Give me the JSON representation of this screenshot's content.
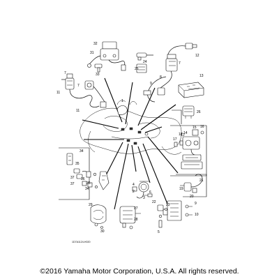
{
  "diagram_code": "1D7A1124-H020",
  "copyright": "©2016 Yamaha Motor Corporation, U.S.A. All rights reserved.",
  "callouts": {
    "n1": "1",
    "n2": "2",
    "n3": "3",
    "n4": "4",
    "n5": "5",
    "n6": "6",
    "n7a": "7",
    "n7b": "7",
    "n7c": "7",
    "n8": "8",
    "n9": "9",
    "n10": "10",
    "n11a": "11",
    "n11b": "11",
    "n12": "12",
    "n13": "13",
    "n14": "14",
    "n15": "15",
    "n16": "16",
    "n17": "17",
    "n18": "18",
    "n19": "19",
    "n20": "20",
    "n21": "21",
    "n22": "22",
    "n23": "23",
    "n24": "24",
    "n25": "25",
    "n26": "26",
    "n27": "27",
    "n28": "28",
    "n29": "29",
    "n30": "30",
    "n31": "31",
    "n32": "32",
    "n33": "33",
    "n34": "34",
    "n35": "35",
    "n36": "36",
    "n37a": "37",
    "n37b": "37"
  }
}
